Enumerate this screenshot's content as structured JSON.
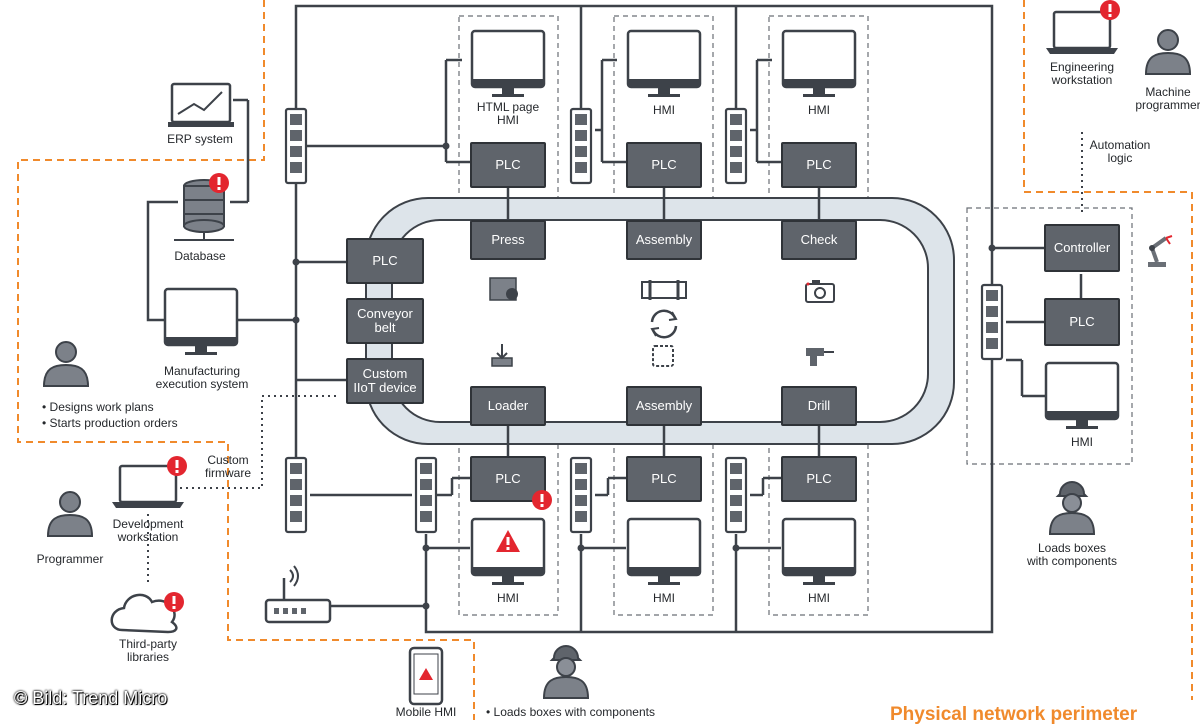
{
  "perimeter_label": "Physical network perimeter",
  "copyright": "© Bild: Trend Micro",
  "labels": {
    "erp": "ERP system",
    "database": "Database",
    "mes": "Manufacturing\nexecution system",
    "designs": "• Designs work plans\n• Starts production orders",
    "custom_firmware": "Custom\nfirmware",
    "dev_ws": "Development\nworkstation",
    "programmer": "Programmer",
    "third_party": "Third-party\nlibraries",
    "mobile_hmi": "Mobile HMI",
    "loads_bottom": "• Loads boxes with components",
    "eng_ws": "Engineering\nworkstation",
    "machine_prog": "Machine\nprogrammer",
    "automation_logic": "Automation\nlogic",
    "loads_right": "Loads boxes\nwith components",
    "html_hmi": "HTML page\nHMI",
    "hmi": "HMI"
  },
  "boxes": {
    "plc": "PLC",
    "conveyor": "Conveyor\nbelt",
    "iiot": "Custom\nIIoT device",
    "press": "Press",
    "assembly": "Assembly",
    "check": "Check",
    "loader": "Loader",
    "drill": "Drill",
    "controller": "Controller"
  },
  "colors": {
    "perimeter": "#f08a2c",
    "box": "#5f646b",
    "alert": "#e3262f",
    "belt": "#dde4ea"
  },
  "icons": [
    "monitor-icon",
    "switch-icon",
    "database-icon",
    "laptop-icon",
    "person-icon",
    "worker-icon",
    "cloud-icon",
    "router-icon",
    "phone-icon",
    "robot-arm-icon",
    "camera-icon",
    "drill-icon",
    "gear-icon",
    "rollers-icon",
    "recycle-icon",
    "download-icon",
    "chip-icon",
    "alert-icon"
  ]
}
